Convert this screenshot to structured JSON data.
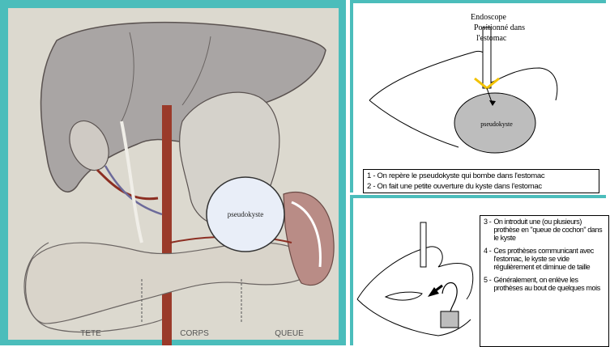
{
  "left_panel": {
    "cyst_label": "pseudokyste",
    "region_labels": [
      "TETE",
      "CORPS",
      "QUEUE"
    ]
  },
  "top_right_panel": {
    "endoscope_label_lines": [
      "Endoscope",
      "Positionné dans",
      "l'estomac"
    ],
    "cyst_label": "pseudokyste",
    "captions": [
      "1 - On repère le pseudokyste qui bombe dans l'estomac",
      "2 - On fait une petite ouverture du kyste dans l'estomac"
    ]
  },
  "bottom_right_panel": {
    "steps": [
      {
        "num": "3 -",
        "text": "On introduit une (ou plusieurs) prothèse en \"queue de cochon\" dans le kyste"
      },
      {
        "num": "4 -",
        "text": "Ces prothèses communicant avec l'estomac, le kyste se vide régulièrement et diminue de taille"
      },
      {
        "num": "5 -",
        "text": "Généralement, on enlève les prothèses au bout de quelques mois"
      }
    ]
  },
  "colors": {
    "frame_teal": "#4bbdbb",
    "left_background": "#dcd9cf",
    "liver": "#a9a5a4",
    "cyst_fill": "#e9eef8",
    "cyst_grey": "#bdbdbd",
    "aorta_red": "#9a3a2a",
    "yellow_mark": "#f2c200"
  }
}
